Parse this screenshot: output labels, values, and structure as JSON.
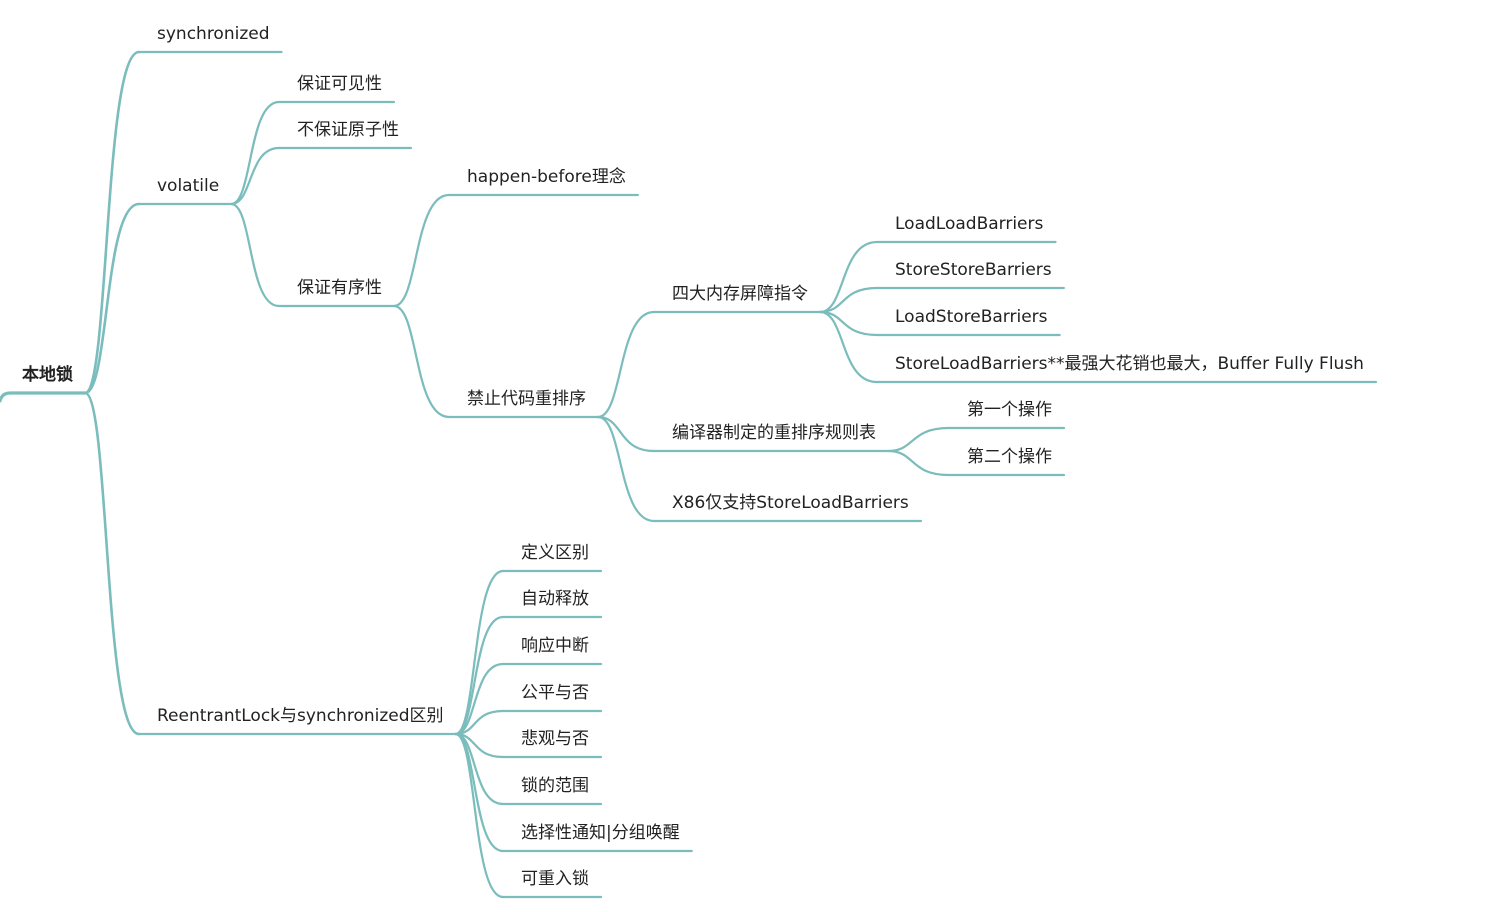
{
  "style": {
    "line_color": "#7bbcbc",
    "text_color": "#222222",
    "background": "#ffffff"
  },
  "mindmap": {
    "root": "本地锁",
    "n1": "synchronized",
    "n2": "volatile",
    "n2_1": "保证可见性",
    "n2_2": "不保证原子性",
    "n2_3": "保证有序性",
    "n2_3_1": "happen-before理念",
    "n2_3_2": "禁止代码重排序",
    "n2_3_2_1": "四大内存屏障指令",
    "n2_3_2_1_1": "LoadLoadBarriers",
    "n2_3_2_1_2": "StoreStoreBarriers",
    "n2_3_2_1_3": "LoadStoreBarriers",
    "n2_3_2_1_4": "StoreLoadBarriers**最强大花销也最大，Buffer Fully Flush",
    "n2_3_2_2": "编译器制定的重排序规则表",
    "n2_3_2_2_1": "第一个操作",
    "n2_3_2_2_2": "第二个操作",
    "n2_3_2_3": "X86仅支持StoreLoadBarriers",
    "n3": "ReentrantLock与synchronized区别",
    "n3_1": "定义区别",
    "n3_2": "自动释放",
    "n3_3": "响应中断",
    "n3_4": "公平与否",
    "n3_5": "悲观与否",
    "n3_6": "锁的范围",
    "n3_7": "选择性通知|分组唤醒",
    "n3_8": "可重入锁"
  }
}
